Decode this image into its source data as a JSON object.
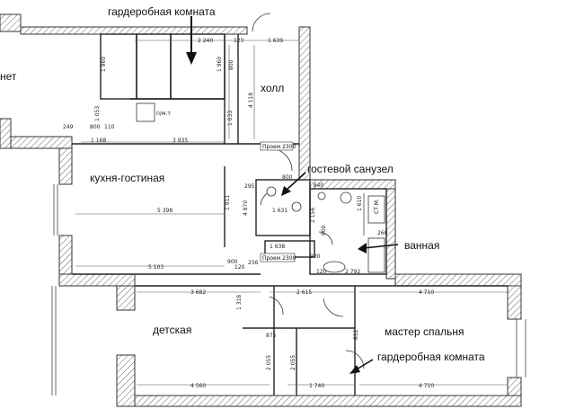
{
  "rooms": {
    "wardrobe_top": "гардеробная комната",
    "cabinet": "нет",
    "hall": "холл",
    "kitchen": "кухня-гостиная",
    "guest_bath": "гостевой санузел",
    "bathroom": "ванная",
    "kids": "детская",
    "master": "мастер спальня",
    "wardrobe_bottom": "гардеробная комната"
  },
  "openings": {
    "opening_top": "Проем 2300",
    "opening_bottom": "Проем 2300"
  },
  "fixture_labels": {
    "pm": "п/м.т",
    "st_m": "СТ.М."
  },
  "dimensions": {
    "d_2240": "2 240",
    "d_120a": "120",
    "d_1639": "1 639",
    "d_1960a": "1 960",
    "d_1960b": "1 960",
    "d_800a": "800",
    "d_4118": "4 118",
    "d_1053": "1 053",
    "d_249": "249",
    "d_800b": "800",
    "d_110": "110",
    "d_1168": "1 168",
    "d_3935": "3 935",
    "d_1033": "1 033",
    "d_295a": "295",
    "d_800c": "800",
    "d_1840": "1 840",
    "d_5398": "5 398",
    "d_1631": "1 631",
    "d_2156": "2 156",
    "d_1911": "1 911",
    "d_4870": "4 870",
    "d_1610": "1 610",
    "d_800d": "800",
    "d_260": "260",
    "d_1638": "1 638",
    "d_900a": "900",
    "d_900b": "900",
    "d_5103": "5 103",
    "d_120b": "120",
    "d_256": "256",
    "d_2792": "2 792",
    "d_120c": "120",
    "d_3682": "3 682",
    "d_2615": "2 615",
    "d_4710a": "4 710",
    "d_1318": "1 318",
    "d_875": "875",
    "d_812": "812",
    "d_2055a": "2 055",
    "d_2055b": "2 055",
    "d_4560": "4 560",
    "d_1740": "1 740",
    "d_4710b": "4 710"
  }
}
